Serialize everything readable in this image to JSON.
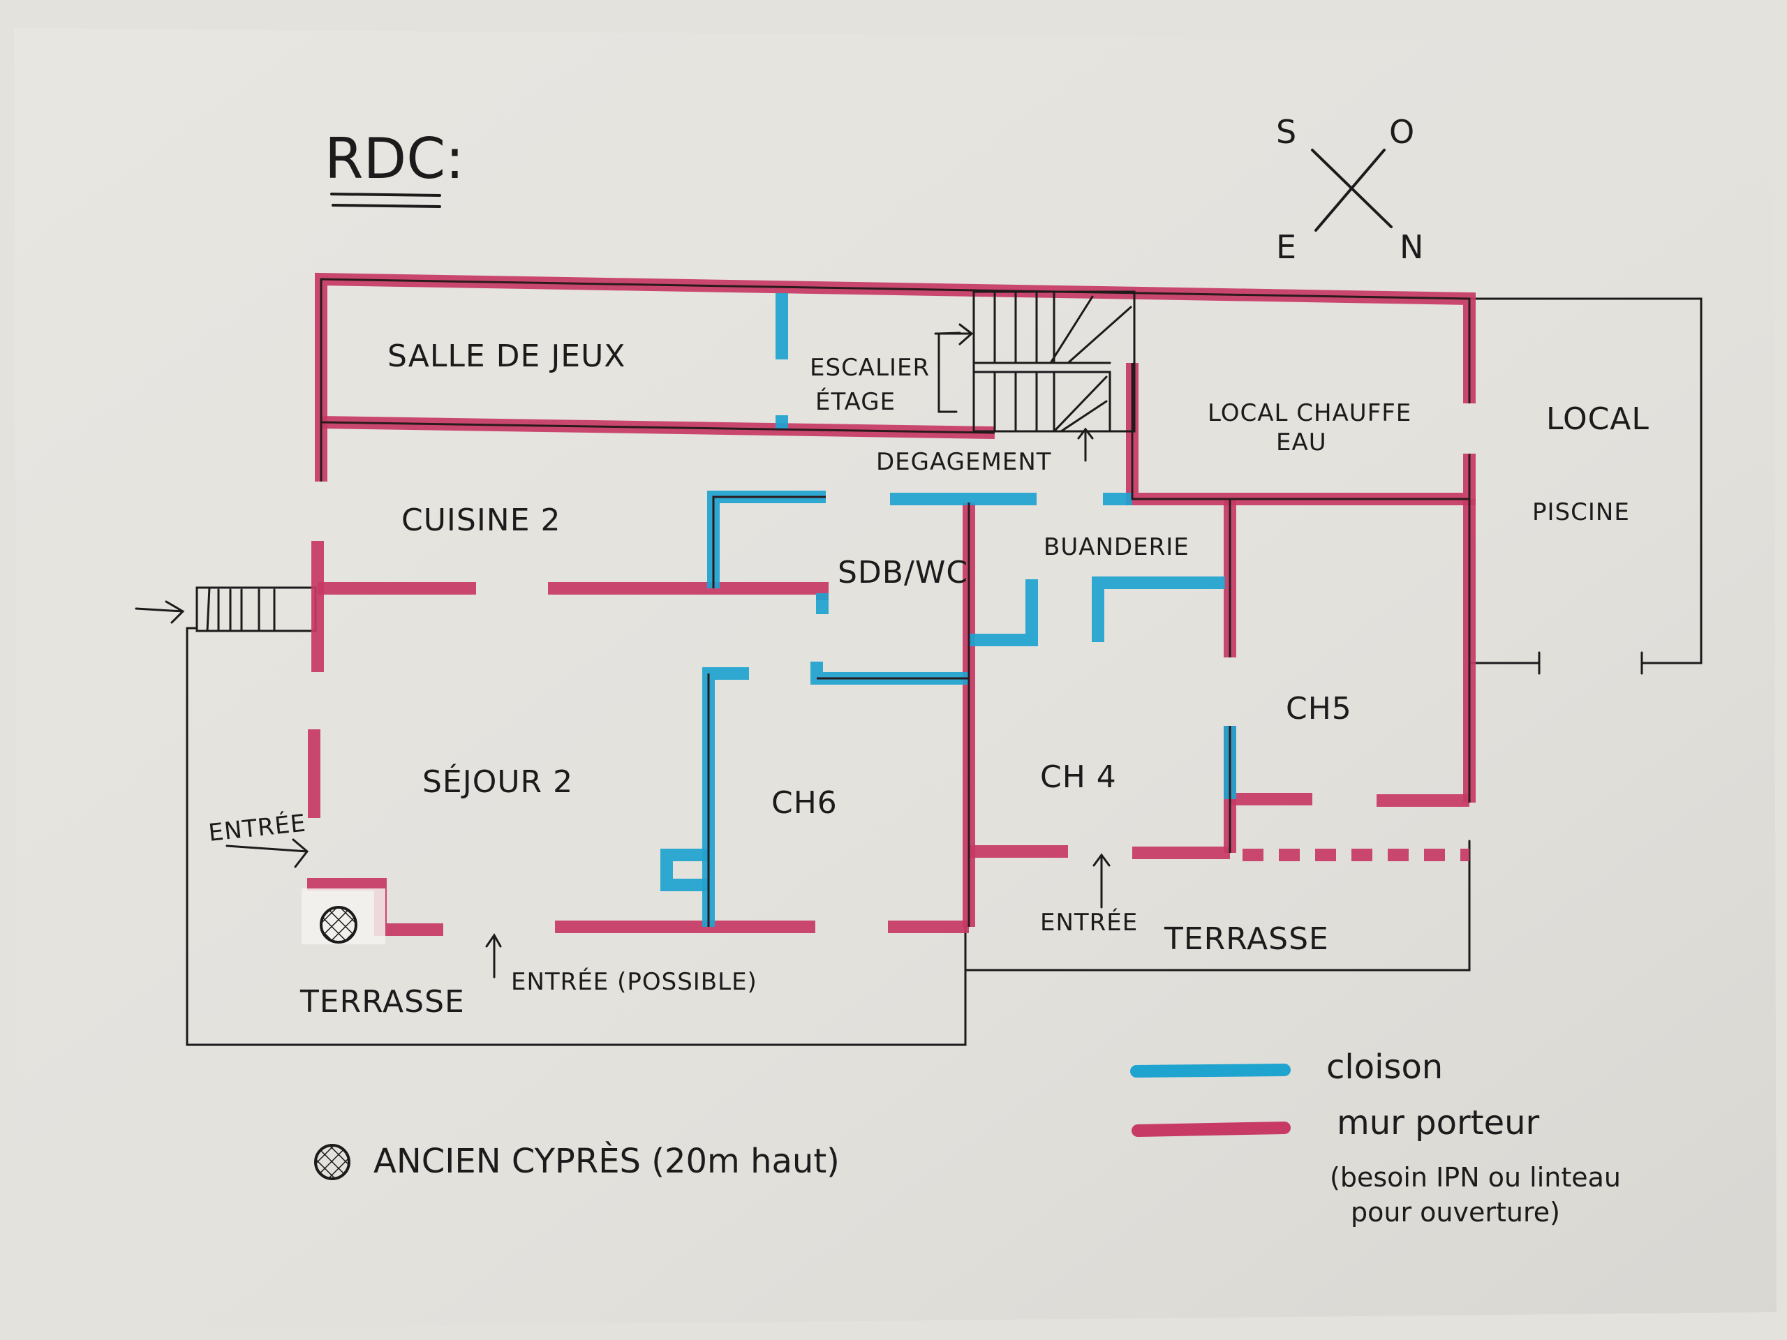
{
  "title": "RDC:",
  "compass": {
    "top_left": "S",
    "top_right": "O",
    "bottom_left": "E",
    "bottom_right": "N"
  },
  "rooms": {
    "salle_de_jeux": "SALLE DE JEUX",
    "escalier": [
      "ESCALIER",
      "ÉTAGE"
    ],
    "degagement": "DEGAGEMENT",
    "local_chauffe_eau": [
      "LOCAL CHAUFFE",
      "EAU"
    ],
    "local_piscine": [
      "LOCAL",
      "PISCINE"
    ],
    "cuisine": "CUISINE 2",
    "sdb_wc": "SDB/WC",
    "buanderie": "BUANDERIE",
    "sejour": "SÉJOUR 2",
    "ch6": "CH6",
    "ch4": "CH 4",
    "ch5": "CH5"
  },
  "annotations": {
    "entree_left": "ENTRÉE",
    "entree_possible": "ENTRÉE (POSSIBLE)",
    "entree_right": "ENTRÉE",
    "terrasse_left": "TERRASSE",
    "terrasse_right": "TERRASSE"
  },
  "tree_note": "ANCIEN CYPRÈS (20m haut)",
  "legend": {
    "items": [
      {
        "label": "cloison",
        "color": "#1fa3cf",
        "meaning": "partition"
      },
      {
        "label": "mur porteur",
        "color": "#c73a65",
        "meaning": "bearing-wall"
      }
    ],
    "note_lines": [
      "(besoin IPN ou linteau",
      "pour ouverture)"
    ]
  }
}
